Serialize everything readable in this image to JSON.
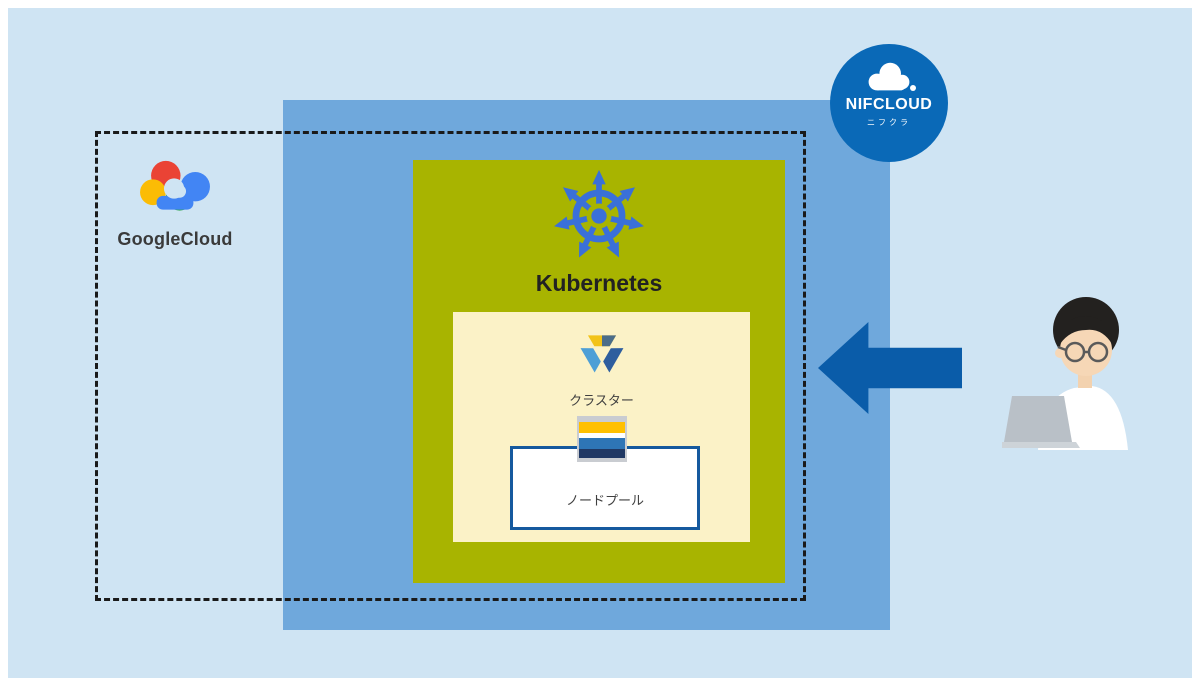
{
  "labels": {
    "google_cloud": "GoogleCloud",
    "nifcloud": "NIFCLOUD",
    "nifcloud_sub": "ニフクラ",
    "kubernetes": "Kubernetes",
    "cluster": "クラスター",
    "node_pool": "ノードプール"
  },
  "colors": {
    "background": "#CFE4F3",
    "frame": "#FFFFFF",
    "nifcloud_region": "#6FA8DC",
    "nifcloud_badge": "#0A69B7",
    "kubernetes_panel": "#A8B400",
    "cluster_panel": "#FBF2C7",
    "node_pool_border": "#15599E",
    "arrow": "#0A5CA9",
    "kubernetes_blue": "#3A70D9",
    "dashed_border": "#1A1A1A",
    "google_red": "#EA4335",
    "google_yellow": "#FBBC05",
    "google_green": "#34A853",
    "google_blue": "#4285F4"
  }
}
